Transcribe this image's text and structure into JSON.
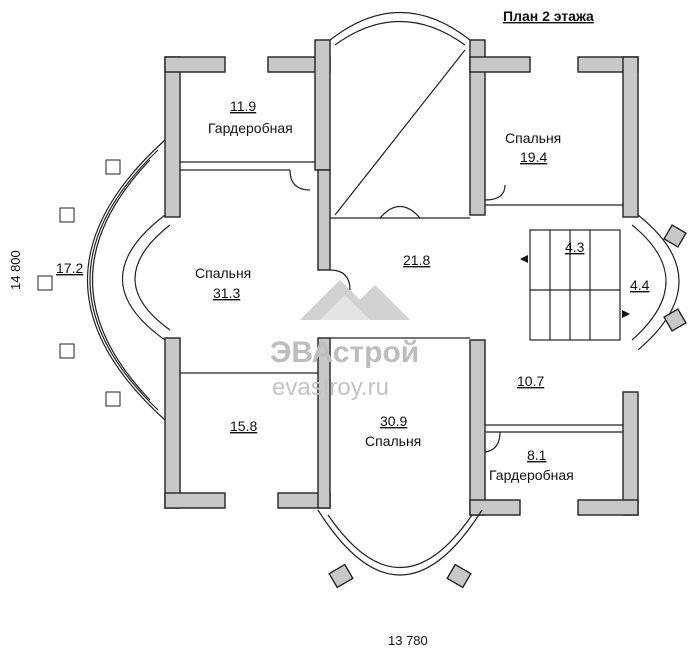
{
  "title": "План 2 этажа",
  "dimensions": {
    "width": "13 780",
    "height": "14 800"
  },
  "rooms": [
    {
      "id": "wardrobe-1",
      "area": "11.9",
      "name": "Гардеробная"
    },
    {
      "id": "bedroom-1",
      "area": "31.3",
      "name": "Спальня"
    },
    {
      "id": "room-15",
      "area": "15.8",
      "name": ""
    },
    {
      "id": "bedroom-2",
      "area": "19.4",
      "name": "Спальня"
    },
    {
      "id": "hall",
      "area": "21.8",
      "name": ""
    },
    {
      "id": "stair",
      "area": "4.3",
      "name": ""
    },
    {
      "id": "stair-landing",
      "area": "4.4",
      "name": ""
    },
    {
      "id": "room-10",
      "area": "10.7",
      "name": ""
    },
    {
      "id": "wardrobe-2",
      "area": "8.1",
      "name": "Гардеробная"
    },
    {
      "id": "bedroom-3",
      "area": "30.9",
      "name": "Спальня"
    },
    {
      "id": "terrace",
      "area": "17.2",
      "name": ""
    }
  ],
  "watermark": {
    "brand": "ЭВАстрой",
    "site": "evastroy.ru"
  },
  "colors": {
    "wall": "#c8c8c8",
    "line": "#222222",
    "watermark": "#bdbdbd"
  }
}
